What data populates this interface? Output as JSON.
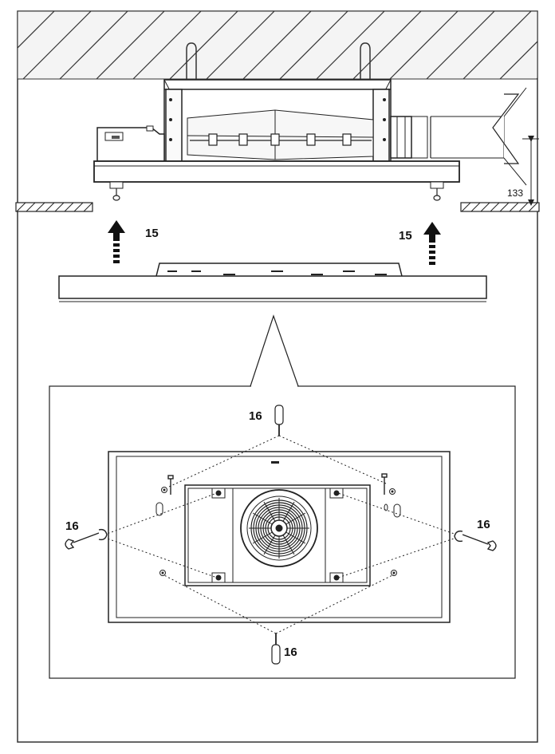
{
  "labels": {
    "step_lift": "15",
    "step_screws": "16",
    "dimension": "133"
  }
}
